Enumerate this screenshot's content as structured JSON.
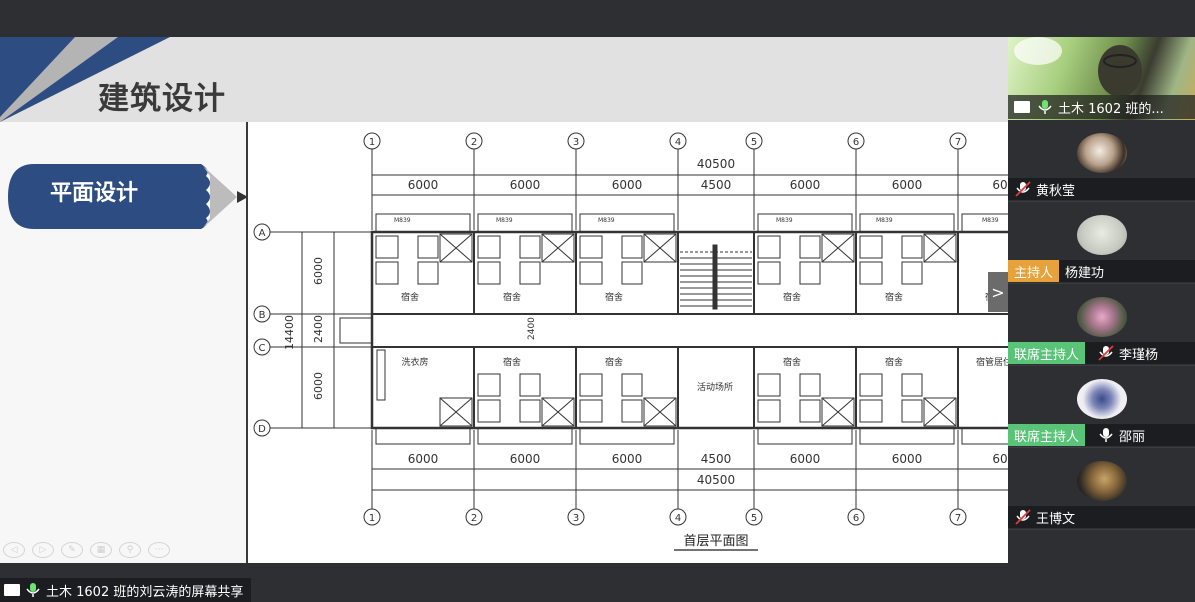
{
  "slide": {
    "title": "建筑设计",
    "section_label": "平面设计",
    "controls": [
      "prev-icon",
      "next-icon",
      "pen-icon",
      "slides-icon",
      "zoom-icon",
      "more-icon"
    ],
    "colors": {
      "accent_blue": "#2c4c82",
      "header_gray": "#e1e1e1",
      "pencil_gray": "#bcbcbc"
    }
  },
  "drawing": {
    "caption": "首层平面图",
    "axes_columns": [
      "1",
      "2",
      "3",
      "4",
      "5",
      "6",
      "7"
    ],
    "axes_rows": [
      "A",
      "B",
      "C",
      "D"
    ],
    "top_dims": [
      "6000",
      "6000",
      "6000",
      "4500",
      "6000",
      "6000",
      "60"
    ],
    "bottom_dims": [
      "6000",
      "6000",
      "6000",
      "4500",
      "6000",
      "6000",
      "60"
    ],
    "overall_dim": "40500",
    "side_dims": [
      "6000",
      "2400",
      "6000"
    ],
    "side_total": "14400",
    "corridor_dim": "2400",
    "door_tag": "M839",
    "rooms": {
      "dorm": "宿舍",
      "laundry": "洗衣房",
      "activity": "活动场所",
      "manager": "宿管居住"
    }
  },
  "participants": [
    {
      "name": "土木 1602 班的...",
      "role": "",
      "mic": "on",
      "sharing": true,
      "video": true
    },
    {
      "name": "黄秋莹",
      "role": "",
      "mic": "muted"
    },
    {
      "name": "杨建功",
      "role": "主持人",
      "mic": "none"
    },
    {
      "name": "李瑾杨",
      "role": "联席主持人",
      "mic": "muted"
    },
    {
      "name": "邵丽",
      "role": "联席主持人",
      "mic": "on"
    },
    {
      "name": "王博文",
      "role": "",
      "mic": "muted"
    }
  ],
  "share_label": "土木 1602 班的刘云涛的屏幕共享",
  "next_page_label": ">"
}
